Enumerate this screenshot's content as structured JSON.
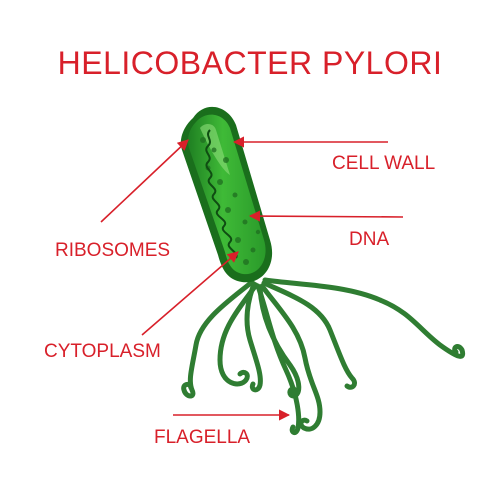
{
  "title": "HELICOBACTER PYLORI",
  "labels": {
    "cell_wall": "CELL WALL",
    "dna": "DNA",
    "ribosomes": "RIBOSOMES",
    "cytoplasm": "CYTOPLASM",
    "flagella": "FLAGELLA"
  },
  "colors": {
    "label_red": "#d8202a",
    "arrow_red": "#d8202a",
    "body_green": "#3bb534",
    "body_dark_green": "#1a6e1c",
    "body_light_green": "#7fd46a",
    "flagella_green": "#2f7d32",
    "background": "#ffffff"
  }
}
